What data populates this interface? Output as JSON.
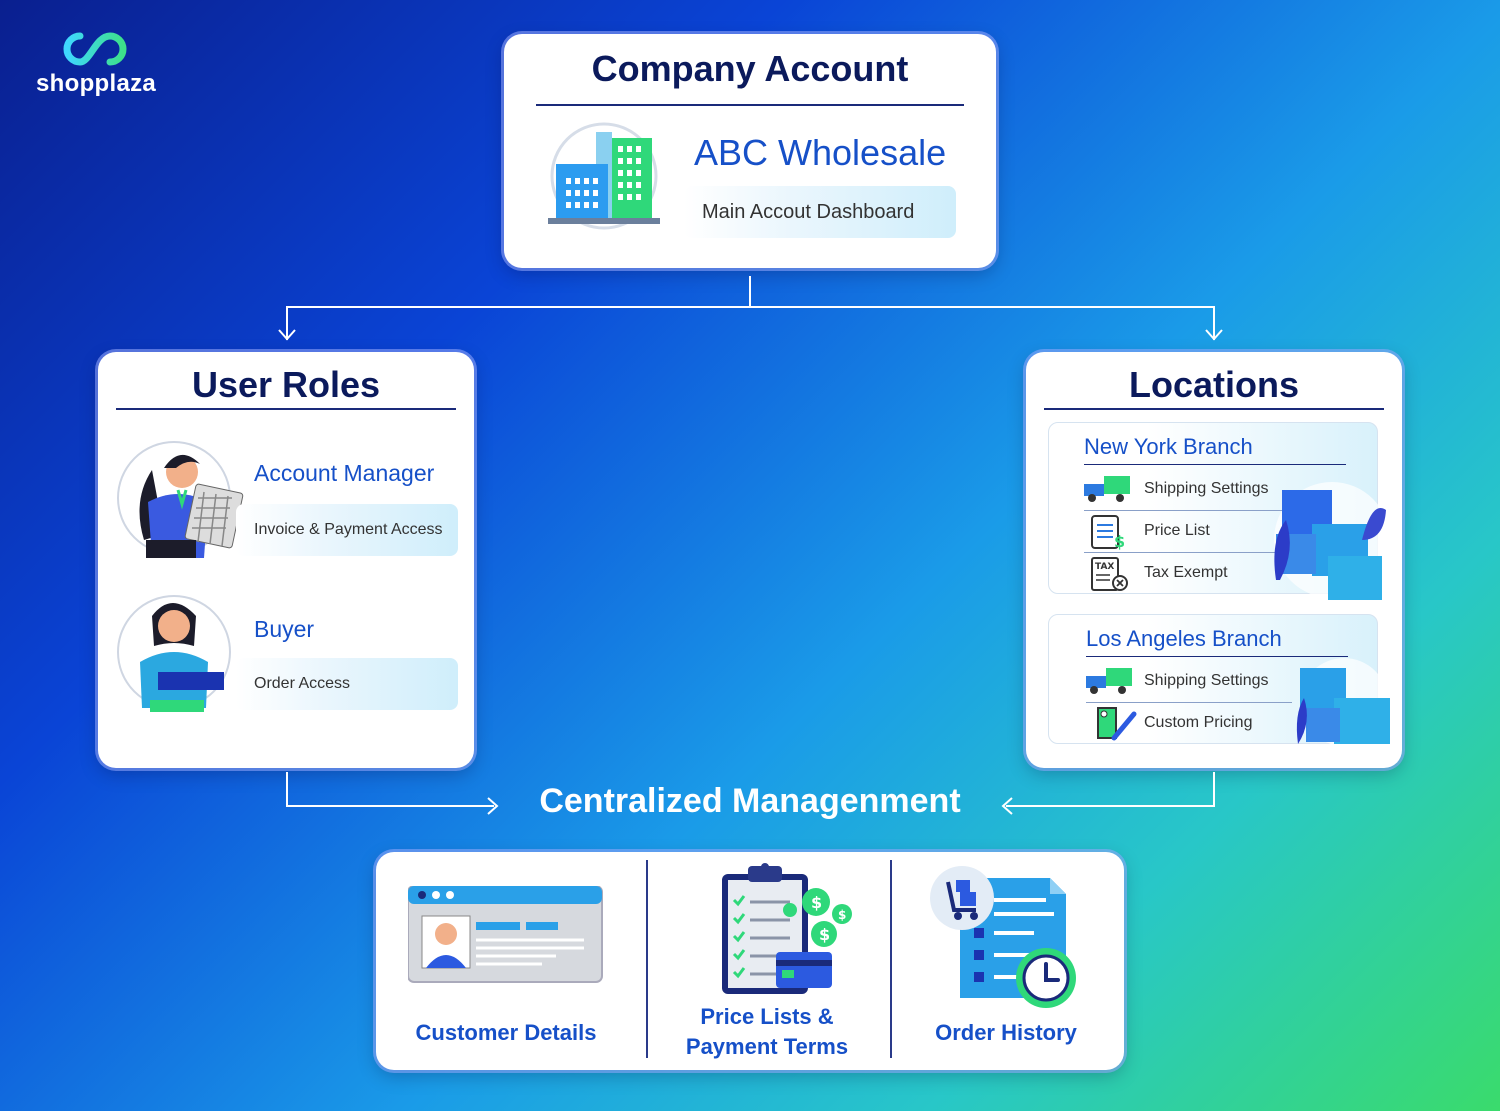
{
  "brand": {
    "name": "shopplaza"
  },
  "company": {
    "title": "Company Account",
    "name": "ABC Wholesale",
    "dashboard": "Main Accout Dashboard"
  },
  "user_roles": {
    "title": "User Roles",
    "roles": [
      {
        "name": "Account Manager",
        "access": "Invoice & Payment Access"
      },
      {
        "name": "Buyer",
        "access": "Order Access"
      }
    ]
  },
  "locations": {
    "title": "Locations",
    "branches": [
      {
        "name": "New York Branch",
        "items": [
          "Shipping Settings",
          "Price List",
          "Tax Exempt"
        ]
      },
      {
        "name": "Los Angeles Branch",
        "items": [
          "Shipping Settings",
          "Custom Pricing"
        ]
      }
    ]
  },
  "central": {
    "title": "Centralized Managenment",
    "items": [
      {
        "label": "Customer Details",
        "icon": "customer-card-icon"
      },
      {
        "label_line1": "Price Lists &",
        "label_line2": "Payment Terms",
        "icon": "clipboard-money-icon"
      },
      {
        "label": "Order History",
        "icon": "order-history-icon"
      }
    ]
  },
  "icons": {
    "tax_label": "TAX"
  },
  "colors": {
    "accent": "#1650c8",
    "title": "#0b1a5c"
  }
}
